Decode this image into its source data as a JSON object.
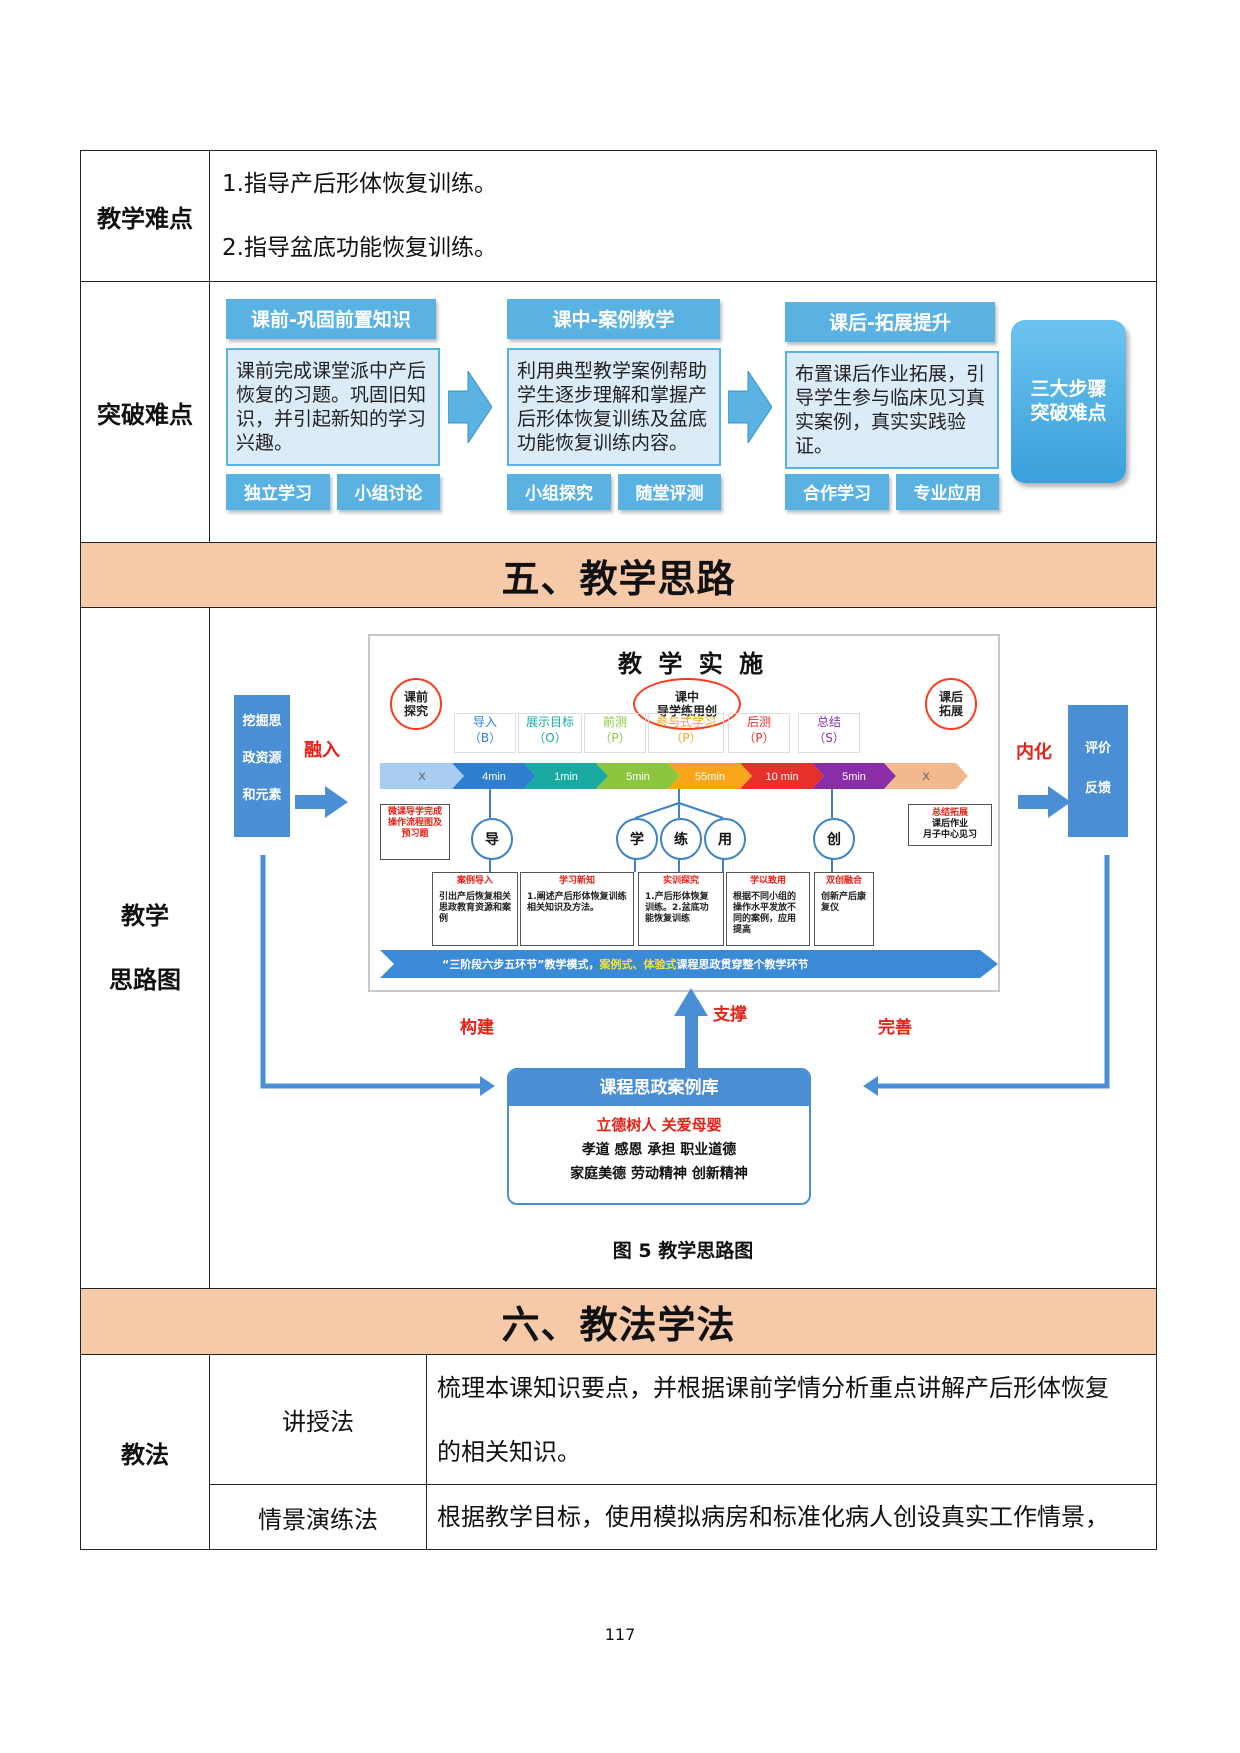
{
  "difficulty": {
    "label": "教学难点",
    "items": [
      "1.指导产后形体恢复训练。",
      "2.指导盆底功能恢复训练。"
    ]
  },
  "breakthrough": {
    "label": "突破难点",
    "steps": [
      {
        "title": "课前-巩固前置知识",
        "body": "课前完成课堂派中产后恢复的习题。巩固旧知识，并引起新知的学习兴趣。",
        "tags": [
          "独立学习",
          "小组讨论"
        ]
      },
      {
        "title": "课中-案例教学",
        "body": "利用典型教学案例帮助学生逐步理解和掌握产后形体恢复训练及盆底功能恢复训练内容。",
        "tags": [
          "小组探究",
          "随堂评测"
        ]
      },
      {
        "title": "课后-拓展提升",
        "body": "布置课后作业拓展，引导学生参与临床见习真实案例，真实实践验证。",
        "tags": [
          "合作学习",
          "专业应用"
        ]
      }
    ],
    "summary": [
      "三大步骤",
      "突破难点"
    ]
  },
  "section5": {
    "title": "五、教学思路"
  },
  "thinking": {
    "label_lines": [
      "教学",
      "思路图"
    ],
    "diagram": {
      "title": "教 学 实 施",
      "phase_before": [
        "课前",
        "探究"
      ],
      "phase_during": [
        "课中",
        "导学练用创"
      ],
      "phase_after": [
        "课后",
        "拓展"
      ],
      "stages": [
        {
          "name": "导入",
          "code": "（B）"
        },
        {
          "name": "展示目标",
          "code": "（O）"
        },
        {
          "name": "前测",
          "code": "（P）"
        },
        {
          "name": "参与式学习",
          "code": "（P）"
        },
        {
          "name": "后测",
          "code": "（P）"
        },
        {
          "name": "总结",
          "code": "（S）"
        }
      ],
      "timeline": [
        "X",
        "4min",
        "1min",
        "5min",
        "55min",
        "10 min",
        "5min",
        "X"
      ],
      "timeline_colors": [
        "#a9cdf0",
        "#2f7fd1",
        "#1aa9a0",
        "#8cc63e",
        "#f8a51b",
        "#e8302a",
        "#8a2ea8",
        "#f2b98f"
      ],
      "left_box": [
        "挖掘思",
        "政资源",
        "和元素"
      ],
      "left_arrow_label": "融入",
      "right_box": [
        "评价",
        "反馈"
      ],
      "right_arrow_label": "内化",
      "pre_note": "微课导学完成操作流程图及预习题",
      "post_note": [
        "总结拓展",
        "课后作业",
        "月子中心见习"
      ],
      "nodes": [
        "导",
        "学",
        "练",
        "用",
        "创"
      ],
      "boxes": [
        {
          "title": "案例导入",
          "body": "引出产后恢复相关思政教育资源和案例"
        },
        {
          "title": "学习新知",
          "body": "1.阐述产后形体恢复训练相关知识及方法。"
        },
        {
          "title": "实训探究",
          "body": "1.产后形体恢复训练。2.盆底功能恢复训练"
        },
        {
          "title": "学以致用",
          "body": "根据不同小组的操作水平发放不同的案例，应用提高"
        },
        {
          "title": "双创融合",
          "body": "创新产后康复仪"
        }
      ],
      "banner_pre": "“三阶段六步五环节”教学模式，",
      "banner_hl": "案例式、体验式",
      "banner_post": "课程思政贯穿整个教学环节",
      "support_label": "支撑",
      "build_label": "构建",
      "improve_label": "完善",
      "library_title": "课程思政案例库",
      "library_line1": "立德树人  关爱母婴",
      "library_line2": "孝道  感恩  承担  职业道德",
      "library_line3": "家庭美德  劳动精神  创新精神"
    },
    "caption": "图 5    教学思路图"
  },
  "section6": {
    "title": "六、教法学法"
  },
  "methods": {
    "label": "教法",
    "rows": [
      {
        "name": "讲授法",
        "desc_lines": [
          "梳理本课知识要点，并根据课前学情分析重点讲解产后形体恢复",
          "的相关知识。"
        ]
      },
      {
        "name": "情景演练法",
        "desc_lines": [
          "根据教学目标，使用模拟病房和标准化病人创设真实工作情景，"
        ]
      }
    ]
  },
  "page_number": "117"
}
